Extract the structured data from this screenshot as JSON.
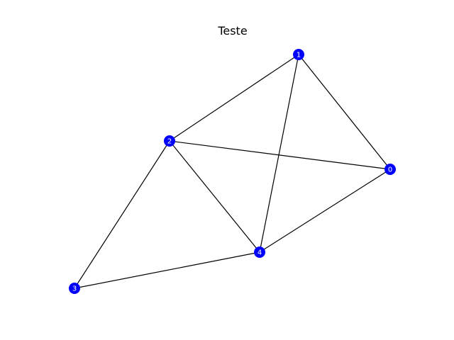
{
  "title": "Teste",
  "colors": {
    "node_fill": "#0000ff",
    "node_label": "#ffffff",
    "edge": "#000000",
    "background": "#ffffff"
  },
  "nodes": [
    {
      "id": "0",
      "label": "0"
    },
    {
      "id": "1",
      "label": "1"
    },
    {
      "id": "2",
      "label": "2"
    },
    {
      "id": "3",
      "label": "3"
    },
    {
      "id": "4",
      "label": "4"
    }
  ],
  "edges": [
    {
      "source": "1",
      "target": "2"
    },
    {
      "source": "1",
      "target": "0"
    },
    {
      "source": "1",
      "target": "4"
    },
    {
      "source": "2",
      "target": "0"
    },
    {
      "source": "2",
      "target": "4"
    },
    {
      "source": "2",
      "target": "3"
    },
    {
      "source": "0",
      "target": "4"
    },
    {
      "source": "3",
      "target": "4"
    }
  ]
}
